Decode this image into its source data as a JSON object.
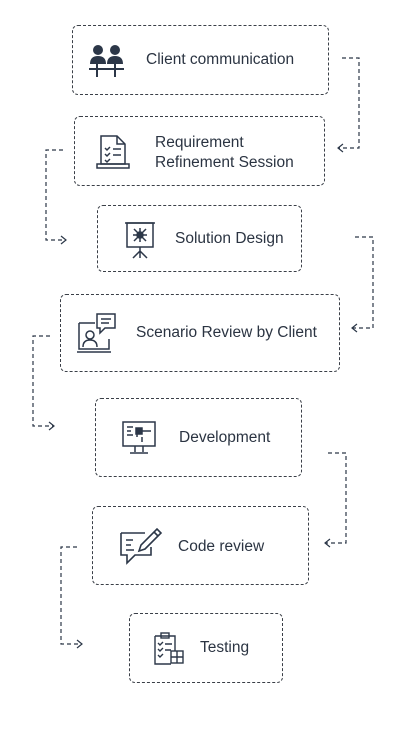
{
  "steps": [
    {
      "label": "Client communication",
      "icon": "people-icon"
    },
    {
      "label_line1": "Requirement",
      "label_line2": "Refinement Session",
      "icon": "document-checklist-icon"
    },
    {
      "label": "Solution Design",
      "icon": "presentation-board-icon"
    },
    {
      "label": "Scenario Review by Client",
      "icon": "video-call-chat-icon"
    },
    {
      "label": "Development",
      "icon": "monitor-code-icon"
    },
    {
      "label": "Code review",
      "icon": "chat-pen-icon"
    },
    {
      "label": "Testing",
      "icon": "clipboard-checklist-icon"
    }
  ],
  "colors": {
    "stroke": "#3a3f47",
    "text": "#2b3442",
    "connector": "#2c3748"
  }
}
